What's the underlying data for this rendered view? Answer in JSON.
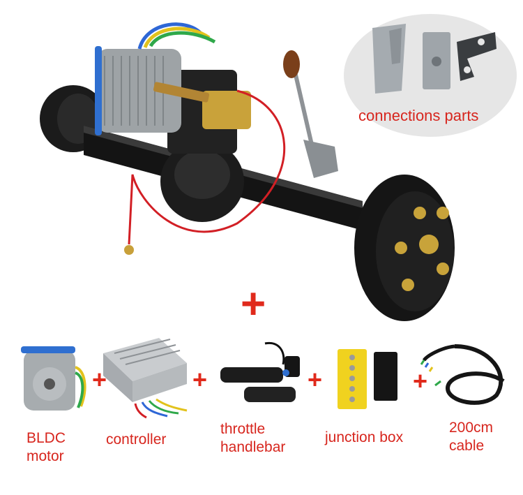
{
  "colors": {
    "accent": "#d7261e",
    "plus": "#e02a1c",
    "bubble": "#e6e6e6"
  },
  "connections": {
    "label": "connections parts"
  },
  "main_plus": "+",
  "components": [
    {
      "label_lines": [
        "BLDC",
        "motor"
      ]
    },
    {
      "label_lines": [
        "controller"
      ]
    },
    {
      "label_lines": [
        "throttle",
        "handlebar"
      ]
    },
    {
      "label_lines": [
        "junction box"
      ]
    },
    {
      "label_lines": [
        "200cm",
        "cable"
      ]
    }
  ],
  "separators": [
    "+",
    "+",
    "+",
    "+"
  ],
  "icons": [
    "rear-axle-motor-photo",
    "brackets-photo",
    "bldc-motor-photo",
    "controller-photo",
    "throttle-photo",
    "junction-box-photo",
    "cable-photo"
  ]
}
